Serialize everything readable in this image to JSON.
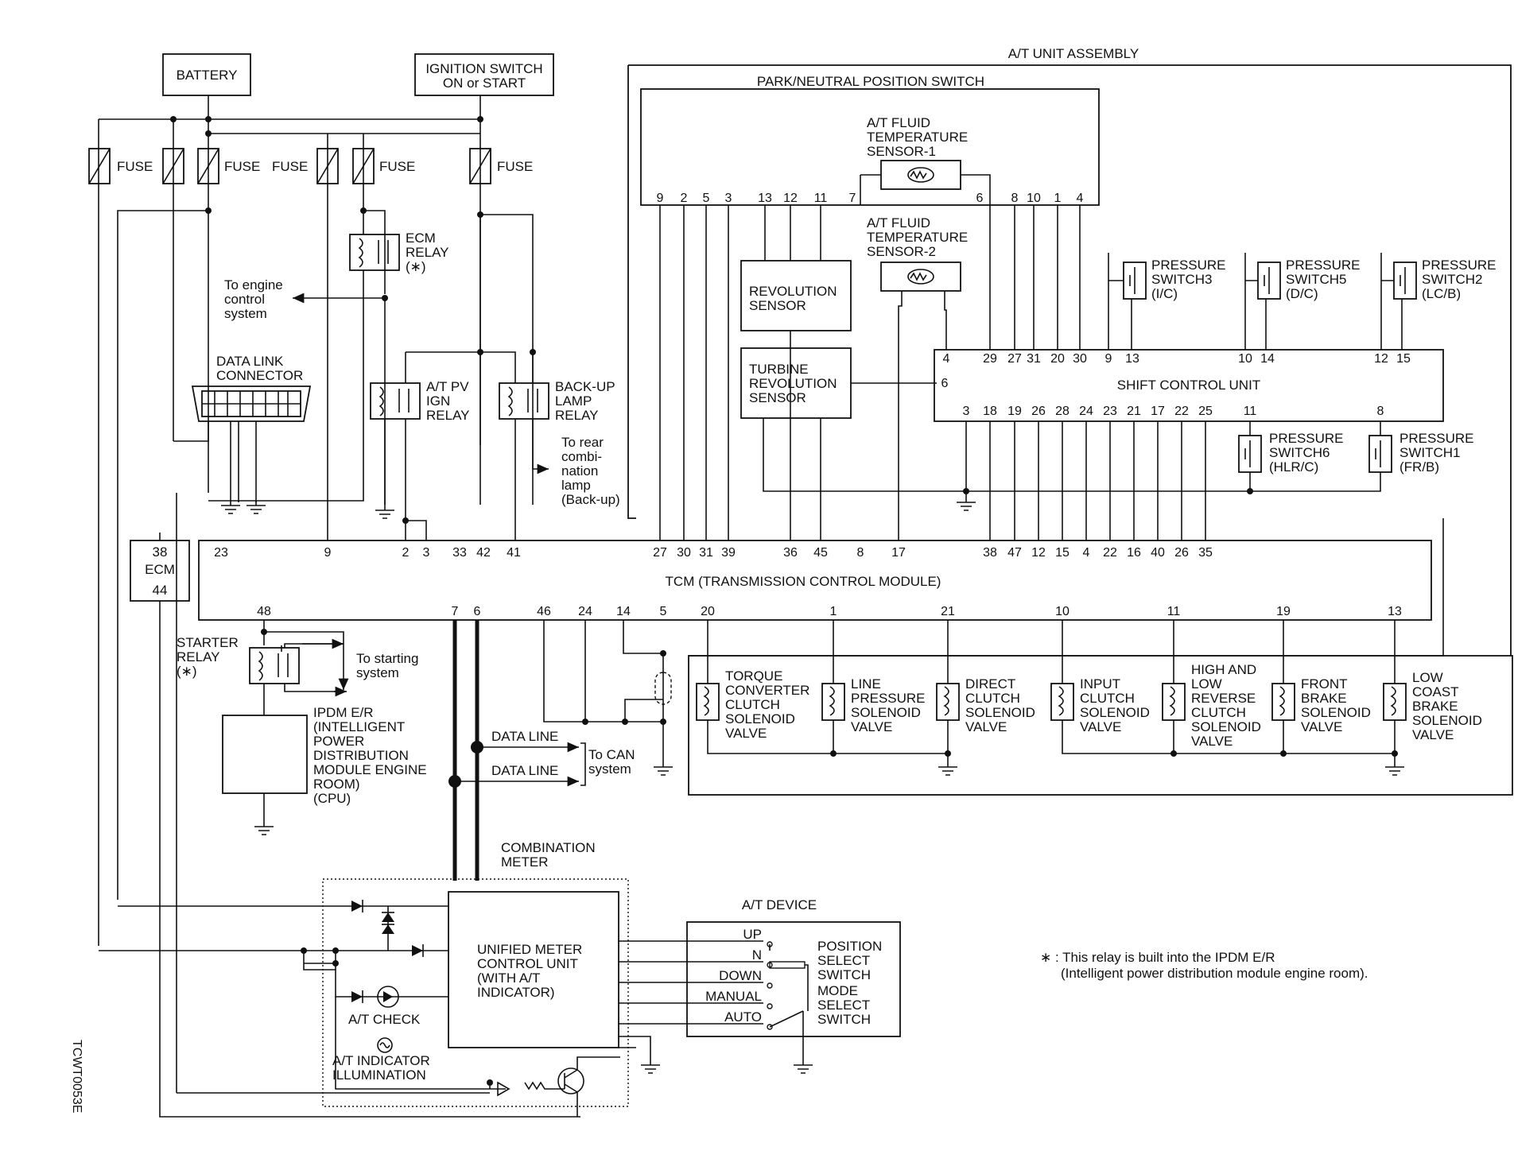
{
  "diagram": {
    "assembly_title": "A/T UNIT ASSEMBLY",
    "pnp_switch": "PARK/NEUTRAL POSITION SWITCH",
    "battery": "BATTERY",
    "ignition": [
      "IGNITION SWITCH",
      "ON or START"
    ],
    "fuse": "FUSE",
    "ecm_relay": [
      "ECM",
      "RELAY",
      "(∗)"
    ],
    "to_engine": [
      "To engine",
      "control",
      "system"
    ],
    "data_link": [
      "DATA LINK",
      "CONNECTOR"
    ],
    "atpv_relay": [
      "A/T PV",
      "IGN",
      "RELAY"
    ],
    "backup_relay": [
      "BACK-UP",
      "LAMP",
      "RELAY"
    ],
    "to_rear": [
      "To rear",
      "combi-",
      "nation",
      "lamp",
      "(Back-up)"
    ],
    "fluid_temp1": [
      "A/T FLUID",
      "TEMPERATURE",
      "SENSOR-1"
    ],
    "fluid_temp2": [
      "A/T FLUID",
      "TEMPERATURE",
      "SENSOR-2"
    ],
    "revolution_sensor": [
      "REVOLUTION",
      "SENSOR"
    ],
    "turbine_sensor": [
      "TURBINE",
      "REVOLUTION",
      "SENSOR"
    ],
    "shift_control": "SHIFT CONTROL UNIT",
    "ps3": [
      "PRESSURE",
      "SWITCH3",
      "(I/C)"
    ],
    "ps5": [
      "PRESSURE",
      "SWITCH5",
      "(D/C)"
    ],
    "ps2": [
      "PRESSURE",
      "SWITCH2",
      "(LC/B)"
    ],
    "ps6": [
      "PRESSURE",
      "SWITCH6",
      "(HLR/C)"
    ],
    "ps1": [
      "PRESSURE",
      "SWITCH1",
      "(FR/B)"
    ],
    "ecm": [
      "38",
      "ECM",
      "44"
    ],
    "tcm": "TCM (TRANSMISSION CONTROL MODULE)",
    "starter_relay": [
      "STARTER",
      "RELAY",
      "(∗)"
    ],
    "to_starting": [
      "To starting",
      "system"
    ],
    "ipdm": [
      "IPDM E/R",
      "(INTELLIGENT",
      "POWER",
      "DISTRIBUTION",
      "MODULE ENGINE",
      "ROOM)",
      "(CPU)"
    ],
    "data_line": "DATA LINE",
    "to_can": [
      "To CAN",
      "system"
    ],
    "combination_meter": [
      "COMBINATION",
      "METER"
    ],
    "unified_meter": [
      "UNIFIED METER",
      "CONTROL UNIT",
      "(WITH A/T",
      "INDICATOR)"
    ],
    "at_check": "A/T CHECK",
    "at_illum": [
      "A/T INDICATOR",
      "ILLUMINATION"
    ],
    "at_device": "A/T DEVICE",
    "dev_up": "UP",
    "dev_n": "N",
    "dev_down": "DOWN",
    "dev_manual": "MANUAL",
    "dev_auto": "AUTO",
    "pos_switch": [
      "POSITION",
      "SELECT",
      "SWITCH"
    ],
    "mode_switch": [
      "MODE",
      "SELECT",
      "SWITCH"
    ],
    "solenoids": [
      [
        "TORQUE",
        "CONVERTER",
        "CLUTCH",
        "SOLENOID",
        "VALVE"
      ],
      [
        "LINE",
        "PRESSURE",
        "SOLENOID",
        "VALVE"
      ],
      [
        "DIRECT",
        "CLUTCH",
        "SOLENOID",
        "VALVE"
      ],
      [
        "INPUT",
        "CLUTCH",
        "SOLENOID",
        "VALVE"
      ],
      [
        "HIGH AND",
        "LOW",
        "REVERSE",
        "CLUTCH",
        "SOLENOID",
        "VALVE"
      ],
      [
        "FRONT",
        "BRAKE",
        "SOLENOID",
        "VALVE"
      ],
      [
        "LOW",
        "COAST",
        "BRAKE",
        "SOLENOID",
        "VALVE"
      ]
    ],
    "note": [
      "∗ : This relay is built into the IPDM E/R",
      "(Intelligent power distribution module engine room)."
    ],
    "code": "TCWT0053E",
    "pins_pnp": [
      "9",
      "2",
      "5",
      "3",
      "13",
      "12",
      "11",
      "7",
      "6",
      "8",
      "10",
      "1",
      "4"
    ],
    "pins_scu_top": [
      "4",
      "29",
      "27",
      "31",
      "20",
      "30",
      "9",
      "13",
      "10",
      "14",
      "12",
      "15"
    ],
    "pins_scu_left": "6",
    "pins_scu_bot": [
      "3",
      "18",
      "19",
      "26",
      "28",
      "24",
      "23",
      "21",
      "17",
      "22",
      "25",
      "11",
      "8"
    ],
    "pins_tcm_top": [
      "23",
      "9",
      "2",
      "3",
      "33",
      "42",
      "41",
      "27",
      "30",
      "31",
      "39",
      "36",
      "45",
      "8",
      "17",
      "38",
      "47",
      "12",
      "15",
      "4",
      "22",
      "16",
      "40",
      "26",
      "35"
    ],
    "pins_tcm_bot": [
      "48",
      "7",
      "6",
      "46",
      "24",
      "14",
      "5",
      "20",
      "1",
      "21",
      "10",
      "11",
      "19",
      "13"
    ]
  }
}
